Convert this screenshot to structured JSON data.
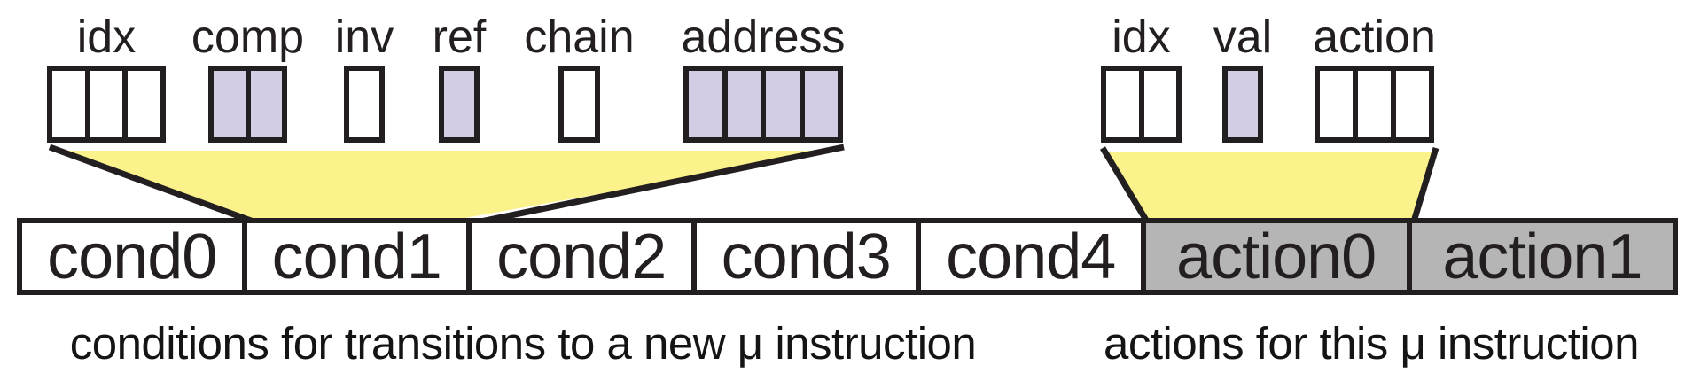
{
  "colors": {
    "outline": "#231f20",
    "highlight": "#d2cde5",
    "connector": "#fcf28b",
    "action_fill": "#b5b5b5",
    "cond_fill": "#ffffff"
  },
  "bit_fields": {
    "left": [
      {
        "label": "idx",
        "bits": 3,
        "highlighted": false
      },
      {
        "label": "comp",
        "bits": 2,
        "highlighted": true
      },
      {
        "label": "inv",
        "bits": 1,
        "highlighted": false
      },
      {
        "label": "ref",
        "bits": 1,
        "highlighted": true
      },
      {
        "label": "chain",
        "bits": 1,
        "highlighted": false
      },
      {
        "label": "address",
        "bits": 4,
        "highlighted": true
      }
    ],
    "right": [
      {
        "label": "idx",
        "bits": 2,
        "highlighted": false
      },
      {
        "label": "val",
        "bits": 1,
        "highlighted": true
      },
      {
        "label": "action",
        "bits": 3,
        "highlighted": false
      }
    ]
  },
  "instruction_word": {
    "condition_slots": [
      "cond0",
      "cond1",
      "cond2",
      "cond3",
      "cond4"
    ],
    "action_slots": [
      "action0",
      "action1"
    ]
  },
  "captions": {
    "conditions": "conditions for transitions to a new μ instruction",
    "actions": "actions for this μ instruction"
  }
}
